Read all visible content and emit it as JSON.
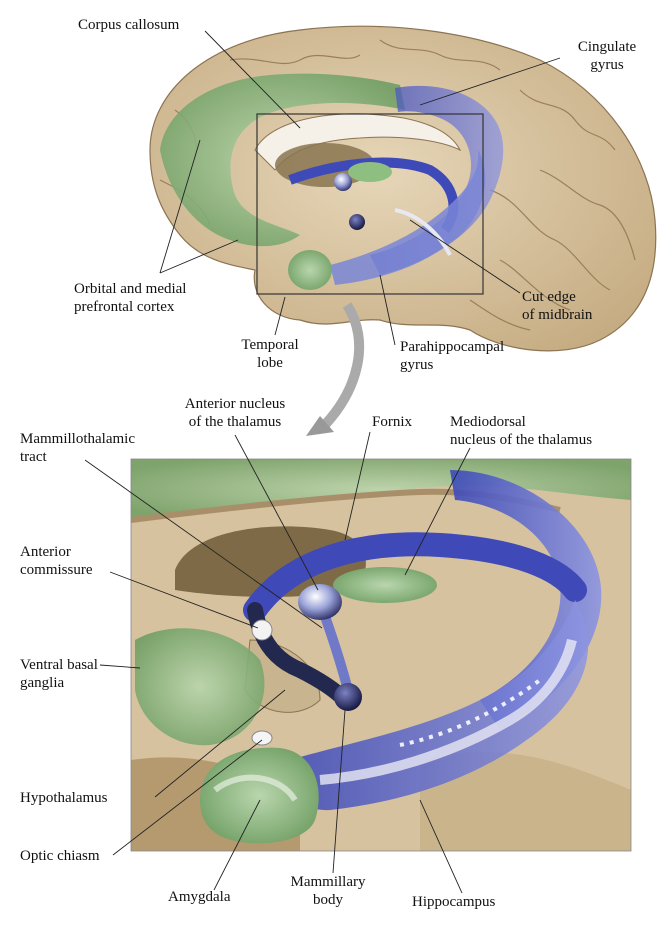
{
  "colors": {
    "brain": "#d9c6a5",
    "brain_shadow": "#a88f6a",
    "limbic_green": "#8fb883",
    "limbic_blue": "#5a66c8",
    "dark_tissue": "#7b6848"
  },
  "labels": {
    "corpus_callosum": "Corpus callosum",
    "cingulate_gyrus": [
      "Cingulate",
      "gyrus"
    ],
    "orbital_medial_pfc": [
      "Orbital and medial",
      "prefrontal cortex"
    ],
    "cut_edge_midbrain": [
      "Cut edge",
      "of midbrain"
    ],
    "temporal_lobe": [
      "Temporal",
      "lobe"
    ],
    "parahippocampal_gyrus": [
      "Parahippocampal",
      "gyrus"
    ],
    "anterior_nucleus_thalamus": [
      "Anterior nucleus",
      "of the thalamus"
    ],
    "fornix": "Fornix",
    "mediodorsal_nucleus": [
      "Mediodorsal",
      "nucleus of the thalamus"
    ],
    "mammillothalamic_tract": [
      "Mammillothalamic",
      "tract"
    ],
    "anterior_commissure": [
      "Anterior",
      "commissure"
    ],
    "ventral_basal_ganglia": [
      "Ventral basal",
      "ganglia"
    ],
    "hypothalamus": "Hypothalamus",
    "optic_chiasm": "Optic chiasm",
    "amygdala": "Amygdala",
    "mammillary_body": [
      "Mammillary",
      "body"
    ],
    "hippocampus": "Hippocampus"
  }
}
